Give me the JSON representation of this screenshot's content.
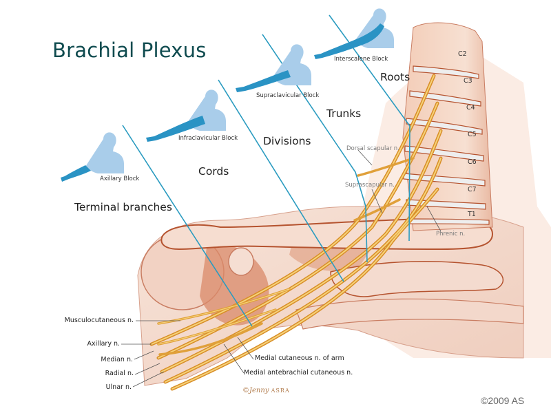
{
  "title": "Brachial Plexus",
  "sections": {
    "terminal_branches": "Terminal branches",
    "cords": "Cords",
    "divisions": "Divisions",
    "trunks": "Trunks",
    "roots": "Roots"
  },
  "blocks": [
    {
      "label": "Axillary Block",
      "icon": "figure-arm-icon"
    },
    {
      "label": "Infraclavicular Block",
      "icon": "figure-arm-icon"
    },
    {
      "label": "Supraclavicular Block",
      "icon": "figure-arm-icon"
    },
    {
      "label": "Interscalene Block",
      "icon": "figure-arm-icon"
    }
  ],
  "vertebrae": [
    "C2",
    "C3",
    "C4",
    "C5",
    "C6",
    "C7",
    "T1"
  ],
  "inner_labels": {
    "dorsal_scapular": "Dorsal scapular n.",
    "suprascapular": "Suprascapular n.",
    "phrenic": "Phrenic n."
  },
  "nerve_labels": {
    "musculocutaneous": "Musculocutaneous n.",
    "axillary": "Axillary n.",
    "median": "Median n.",
    "radial": "Radial n.",
    "ulnar": "Ulnar n.",
    "medial_cutaneous_arm": "Medial cutaneous n. of arm",
    "medial_antebrachial": "Medial antebrachial cutaneous n."
  },
  "signature": {
    "prefix": "©",
    "name": "Jenny",
    "org": "ASRA"
  },
  "copyright": "©2009 AS",
  "colors": {
    "title": "#0f4b4f",
    "divider_line": "#2a9bc0",
    "figure_light": "#a9cdea",
    "figure_dark": "#2a93c4",
    "nerve": "#e8a83a",
    "nerve_highlight": "#f6d27a",
    "bone": "#f6ddd0",
    "muscle": "#d98a6a",
    "outline": "#b5532f"
  }
}
